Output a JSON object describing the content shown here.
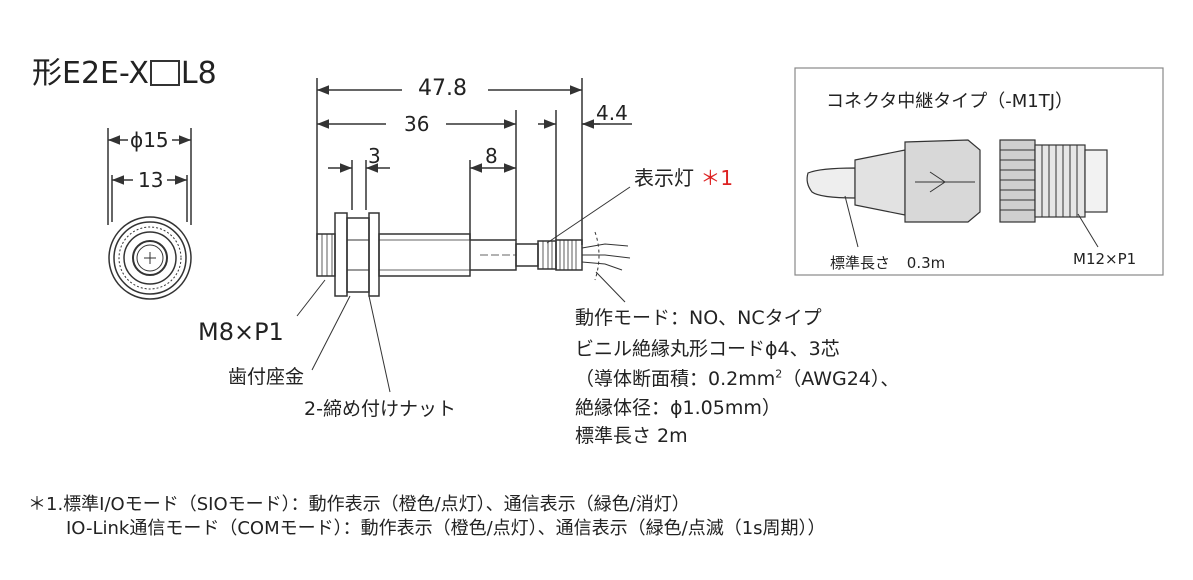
{
  "title": {
    "prefix": "形E2E-X",
    "suffix": "L8"
  },
  "front_view": {
    "dim_outer": "ϕ15",
    "dim_inner": "13"
  },
  "side_view": {
    "dim_total": "47.8",
    "dim_body": "36",
    "dim_cable_end": "4.4",
    "dim_nut": "3",
    "dim_tip": "8",
    "label_indicator": "表示灯",
    "label_indicator_mark": "＊1",
    "label_thread": "M8×P1",
    "label_washer": "歯付座金",
    "label_nut": "2-締め付けナット"
  },
  "cable_spec": {
    "line1": "動作モード：NO、NCタイプ",
    "line2": "ビニル絶縁丸形コードϕ4、3芯",
    "line3a": "（導体断面積：0.2mm",
    "line3sup": "2",
    "line3b": "（AWG24）、",
    "line4": "絶縁体径：ϕ1.05mm）",
    "line5": "標準長さ 2m"
  },
  "inset": {
    "title": "コネクタ中継タイプ（-M1TJ）",
    "label_length": "標準長さ",
    "label_length_value": "0.3m",
    "label_thread": "M12×P1"
  },
  "footnote": {
    "line1": "＊1.標準I/Oモード（SIOモード）：動作表示（橙色/点灯）、通信表示（緑色/消灯）",
    "line2": "IO-Link通信モード（COMモード）：動作表示（橙色/点灯）、通信表示（緑色/点滅（1s周期））"
  },
  "colors": {
    "accent_red": "#dd2222",
    "line": "#333333",
    "inset_border": "#888888"
  }
}
